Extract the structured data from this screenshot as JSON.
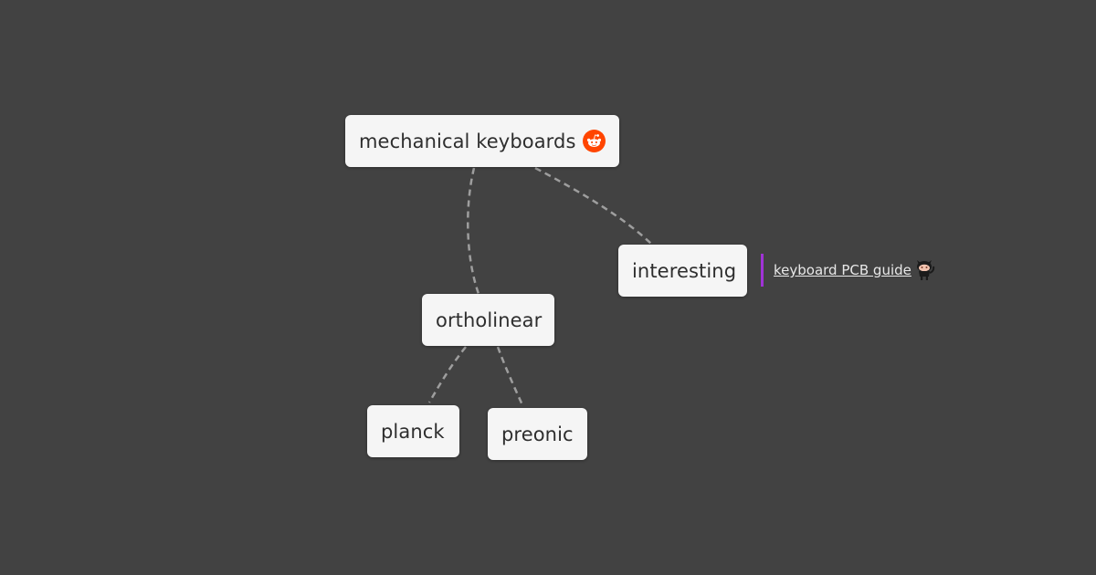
{
  "theme": {
    "background": "#424242",
    "node_background": "#f5f5f5",
    "node_text": "#2e2e2e",
    "edge_color": "#9e9e9e",
    "link_accent": "#a033d6",
    "reddit_color": "#ff4500"
  },
  "nodes": {
    "root": {
      "label": "mechanical keyboards",
      "icon": "reddit-icon"
    },
    "interesting": {
      "label": "interesting"
    },
    "ortholinear": {
      "label": "ortholinear"
    },
    "planck": {
      "label": "planck"
    },
    "preonic": {
      "label": "preonic"
    }
  },
  "link": {
    "label": "keyboard PCB guide",
    "icon": "github-octocat-icon"
  },
  "edges": [
    {
      "from": "mechanical keyboards",
      "to": "ortholinear"
    },
    {
      "from": "mechanical keyboards",
      "to": "interesting"
    },
    {
      "from": "ortholinear",
      "to": "planck"
    },
    {
      "from": "ortholinear",
      "to": "preonic"
    }
  ]
}
